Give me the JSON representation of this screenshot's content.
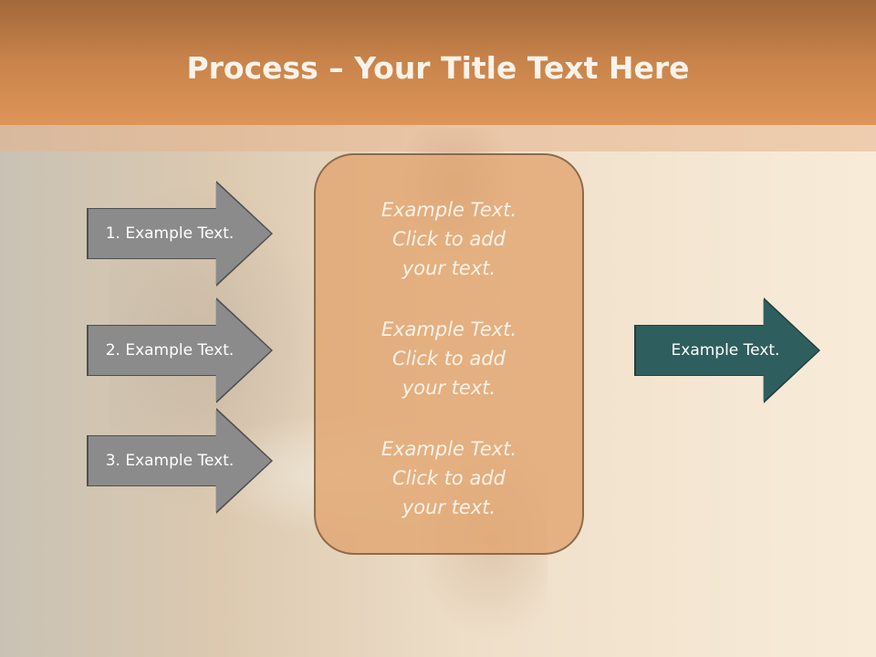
{
  "title": {
    "bold": "Process",
    "rest": " – Your Title Text Here"
  },
  "left_arrows": [
    {
      "label": "1. Example Text."
    },
    {
      "label": "2. Example Text."
    },
    {
      "label": "3. Example Text."
    }
  ],
  "center_blocks": [
    {
      "line1": "Example Text.",
      "line2": "Click  to add",
      "line3": "your text."
    },
    {
      "line1": "Example Text.",
      "line2": "Click  to add",
      "line3": "your text."
    },
    {
      "line1": "Example Text.",
      "line2": "Click  to add",
      "line3": "your text."
    }
  ],
  "right_arrow": {
    "label": "Example Text."
  },
  "colors": {
    "header": "#c9844b",
    "left_arrow_fill": "#8b8b8b",
    "center_box_fill": "#e2a672",
    "right_arrow_fill": "#2f5e5e"
  }
}
